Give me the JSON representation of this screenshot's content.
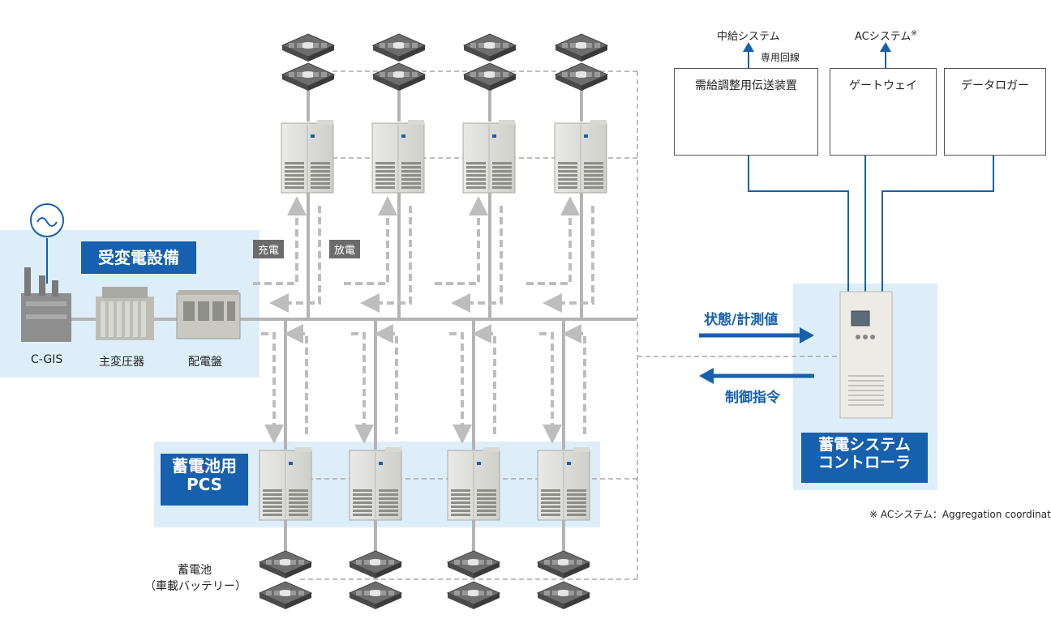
{
  "substation": {
    "title": "受変電設備",
    "labels": [
      "C-GIS",
      "主変圧器",
      "配電盤"
    ]
  },
  "pcs_group": {
    "line1": "蓄電池用",
    "line2": "PCS"
  },
  "battery": {
    "line1": "蓄電池",
    "line2": "（車載バッテリー）"
  },
  "flow": {
    "charge": "充電",
    "discharge": "放電"
  },
  "controller": {
    "line1": "蓄電システム",
    "line2": "コントローラ",
    "status_label": "状態/計測値",
    "command_label": "制御指令"
  },
  "systems": {
    "upper": [
      {
        "name": "中給システム",
        "sup": ""
      },
      {
        "name": "ACシステム",
        "sup": "※"
      }
    ],
    "dedicated_line": "専用回線",
    "boxes": [
      "需給調整用伝送装置",
      "ゲートウェイ",
      "データロガー"
    ]
  },
  "footnote": "※ ACシステム：Aggregation coordinator",
  "colors": {
    "accent": "#1660ad",
    "panel_bg": "#ddeef9",
    "line_gray": "#b4b4b4"
  }
}
